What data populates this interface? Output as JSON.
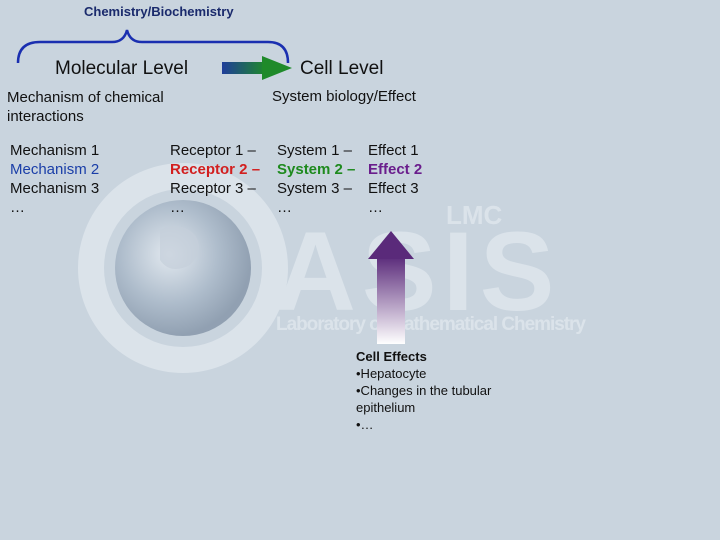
{
  "header": {
    "top_label": "Chemistry/Biochemistry",
    "molecular_level": "Molecular Level",
    "cell_level": "Cell  Level",
    "mechanism_caption": "Mechanism of chemical interactions",
    "system_caption": "System biology/Effect"
  },
  "mechanisms": [
    "Mechanism 1",
    "Mechanism 2",
    "Mechanism 3",
    "…"
  ],
  "receptors": [
    "Receptor 1 –",
    "Receptor 2 –",
    "Receptor 3 –",
    "…"
  ],
  "systems": [
    "System 1 –",
    "System 2 –",
    "System 3 –",
    "…"
  ],
  "effects": [
    "Effect 1",
    "Effect 2",
    "Effect 3",
    "…"
  ],
  "cell_effects": {
    "title": "Cell Effects",
    "items": [
      "•Hepatocyte",
      "•Changes in the tubular epithelium",
      "•…"
    ]
  },
  "watermark": {
    "lmc": "LMC",
    "oasis": "ASIS",
    "lab": "Laboratory of Mathematical Chemistry"
  },
  "colors": {
    "mechanism_highlight": "#1a3ea8",
    "receptor_highlight": "#d21f1f",
    "system_highlight": "#1e8a1e",
    "effect_highlight": "#6a1d8c",
    "arrow_right_start": "#1f3d9a",
    "arrow_right_end": "#1f8a2a",
    "arrow_up_top": "#5a2a7a"
  }
}
